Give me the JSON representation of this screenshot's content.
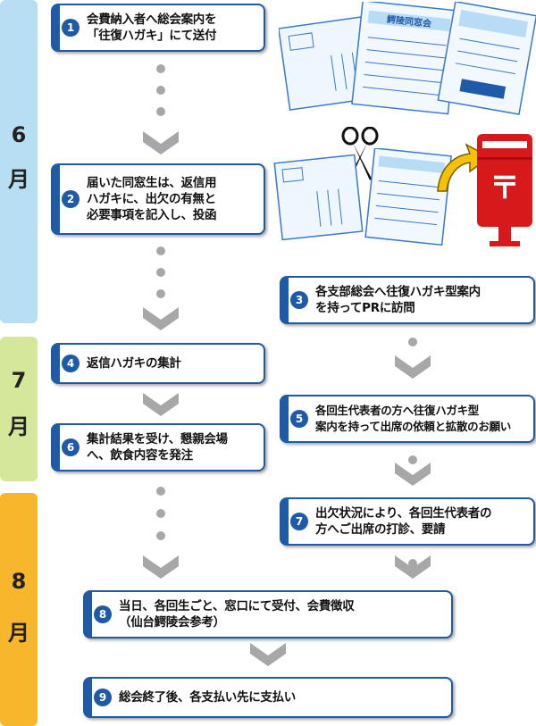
{
  "months": [
    {
      "label": "6月",
      "chars": [
        "6",
        "月"
      ],
      "color": "#b8def4"
    },
    {
      "label": "7月",
      "chars": [
        "7",
        "月"
      ],
      "color": "#d4e79b"
    },
    {
      "label": "8月",
      "chars": [
        "8",
        "月"
      ],
      "color": "#f8b62d"
    }
  ],
  "steps": [
    {
      "num": "1",
      "text": "会費納入者へ総会案内を\n「往復ハガキ」にて送付"
    },
    {
      "num": "2",
      "text": "届いた同窓生は、返信用\nハガキに、出欠の有無と\n必要事項を記入し、投函"
    },
    {
      "num": "3",
      "text": "各支部総会へ往復ハガキ型案内\nを持ってPRに訪問"
    },
    {
      "num": "4",
      "text": "返信ハガキの集計"
    },
    {
      "num": "5",
      "text": "各回生代表者の方へ往復ハガキ型\n案内を持って出席の依頼と拡散のお願い"
    },
    {
      "num": "6",
      "text": "集計結果を受け、懇親会場\nへ、飲食内容を発注"
    },
    {
      "num": "7",
      "text": "出欠状況により、各回生代表者の\n方へご出席の打診、要請"
    },
    {
      "num": "8",
      "text": "当日、各回生ごと、窓口にて受付、会費徴収\n（仙台鰐陵会参考）"
    },
    {
      "num": "9",
      "text": "総会終了後、各支払い先に支払い"
    }
  ],
  "illustration": {
    "postcard_title": "鰐陵同窓会",
    "postbox_mark": "〒",
    "colors": {
      "accent": "#1f5aa8",
      "postbox": "#d7191c",
      "arrow": "#f6c200",
      "connector": "#a7a7a7"
    }
  }
}
